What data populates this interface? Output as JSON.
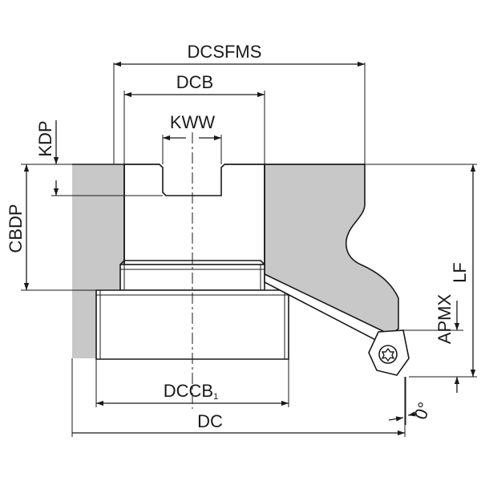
{
  "colors": {
    "body_fill": "#c8c8c8",
    "line": "#1a1a1a",
    "background": "#ffffff"
  },
  "labels": {
    "dcsfms": "DCSFMS",
    "dcb": "DCB",
    "kww": "KWW",
    "kdp": "KDP",
    "cbdp": "CBDP",
    "lf": "LF",
    "apmx": "APMX",
    "dccb": "DCCB",
    "dccb_sub": "1",
    "dc": "DC",
    "angle": "0°"
  }
}
